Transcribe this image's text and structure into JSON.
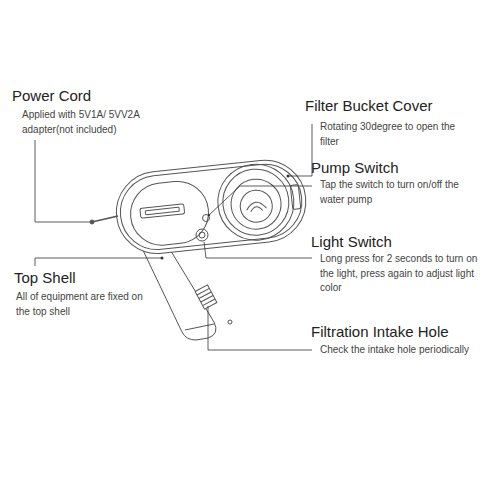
{
  "diagram": {
    "labels": [
      "Power Cord",
      "Applied with 5V1A/ 5VV2A adapter(not included)",
      "Top Shell",
      "All of equipment are fixed on the top shell",
      "Filter Bucket Cover",
      "Rotating 30degree to open the filter",
      "Pump Switch",
      "Tap the switch to turn on/off the water pump",
      "Light Switch",
      "Long press for 2 seconds to turn on the light, press again to adjust light color",
      "Filtration Intake Hole",
      "Check the intake hole periodically"
    ]
  }
}
